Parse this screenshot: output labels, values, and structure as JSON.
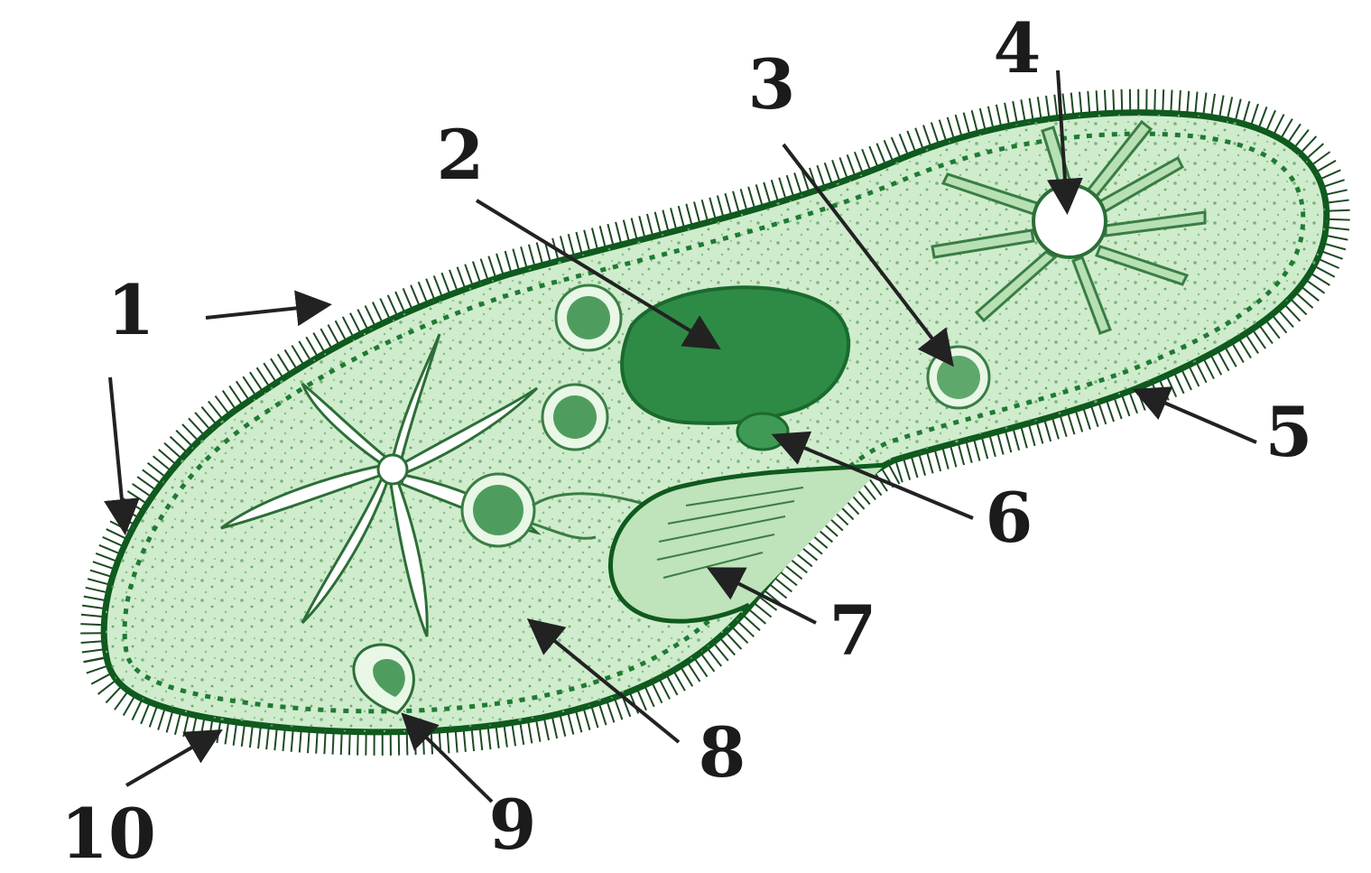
{
  "diagram": {
    "colors": {
      "cytoplasm": "#cfeccc",
      "membrane": "#0f5a1e",
      "cilia": "#1d4a22",
      "macronucleus": "#2e8b45",
      "organelle": "#4f9d5e",
      "vacuole_fill": "#e9f7e6",
      "label_text": "#1b1b1b",
      "leader_line": "#222222"
    },
    "labels": [
      {
        "number": "1",
        "text": "1"
      },
      {
        "number": "2",
        "text": "2"
      },
      {
        "number": "3",
        "text": "3"
      },
      {
        "number": "4",
        "text": "4"
      },
      {
        "number": "5",
        "text": "5"
      },
      {
        "number": "6",
        "text": "6"
      },
      {
        "number": "7",
        "text": "7"
      },
      {
        "number": "8",
        "text": "8"
      },
      {
        "number": "9",
        "text": "9"
      },
      {
        "number": "10",
        "text": "10"
      }
    ]
  }
}
